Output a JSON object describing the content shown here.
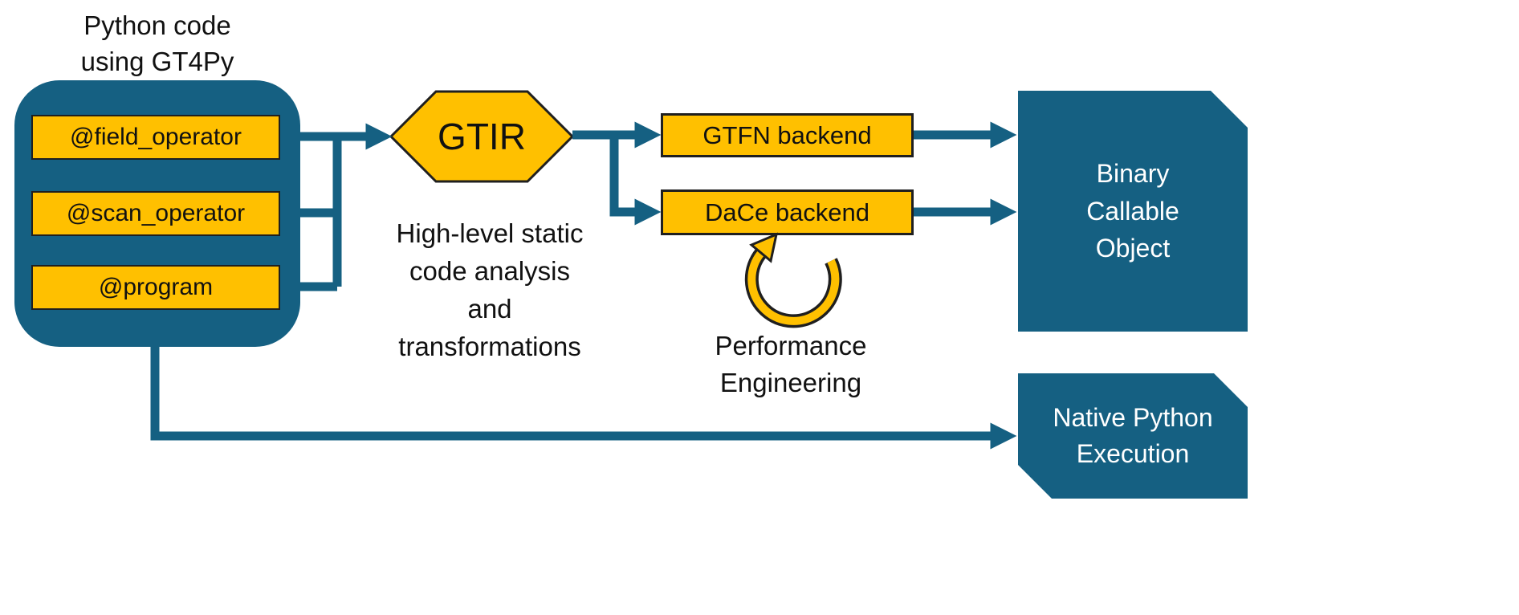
{
  "colors": {
    "teal": "#156082",
    "gold": "#FFC000",
    "dark": "#1F1F1F"
  },
  "source_group": {
    "title_lines": [
      "Python code",
      "using GT4Py"
    ],
    "decorators": [
      "@field_operator",
      "@scan_operator",
      "@program"
    ]
  },
  "gtir": {
    "label": "GTIR",
    "description_lines": [
      "High-level static",
      "code analysis",
      "and",
      "transformations"
    ]
  },
  "backends": {
    "gtfn_label": "GTFN backend",
    "dace_label": "DaCe backend",
    "loop_caption_lines": [
      "Performance",
      "Engineering"
    ]
  },
  "outputs": {
    "binary_callable_lines": [
      "Binary",
      "Callable",
      "Object"
    ],
    "native_python_lines": [
      "Native Python",
      "Execution"
    ]
  }
}
